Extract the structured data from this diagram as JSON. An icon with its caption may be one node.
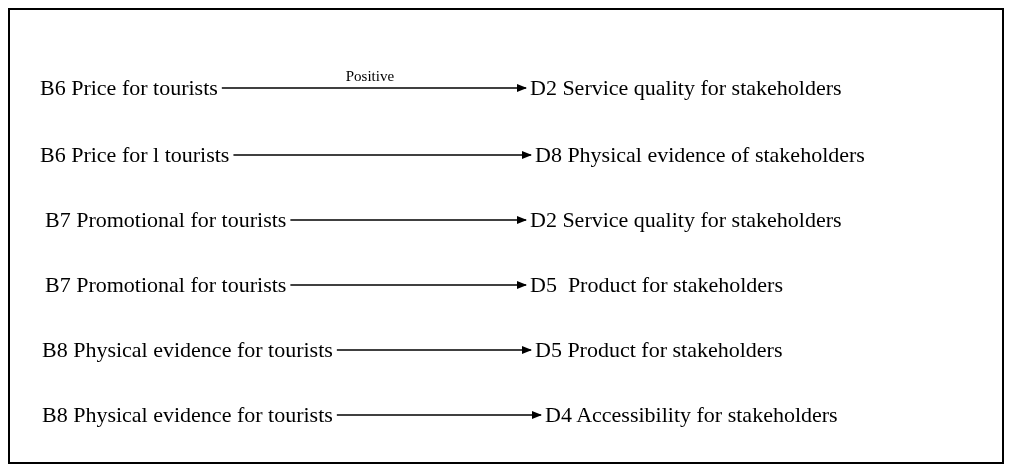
{
  "diagram": {
    "nodes": [
      {
        "text": [
          "B6 Price for tourists"
        ]
      },
      {
        "text": [
          "D2 Service quality for stakeholders"
        ]
      },
      {
        "text": [
          "B6 Price for l tourists"
        ]
      },
      {
        "text": [
          "D8 Physical evidence of stakeholders"
        ]
      },
      {
        "text": [
          "B7 Promotional for tourists"
        ]
      },
      {
        "text": [
          "D2 Service quality for stakeholders"
        ]
      },
      {
        "text": [
          "B7 Promotional for tourists"
        ]
      },
      {
        "text": [
          "D5  Product for stakeholders"
        ]
      },
      {
        "text": [
          "B8 Physical evidence for tourists"
        ]
      },
      {
        "text": [
          "D5 Product for stakeholders"
        ]
      },
      {
        "text": [
          "B8 Physical evidence for tourists"
        ]
      },
      {
        "text": [
          "D4 Accessibility for stakeholders"
        ]
      }
    ],
    "edges": [
      {
        "from": 0,
        "to": 1,
        "arrow": "to",
        "label": "Positive"
      },
      {
        "from": 2,
        "to": 3,
        "arrow": "to"
      },
      {
        "from": 4,
        "to": 5,
        "arrow": "to"
      },
      {
        "from": 6,
        "to": 7,
        "arrow": "to"
      },
      {
        "from": 8,
        "to": 9,
        "arrow": "to"
      },
      {
        "from": 10,
        "to": 11,
        "arrow": "to"
      }
    ]
  }
}
